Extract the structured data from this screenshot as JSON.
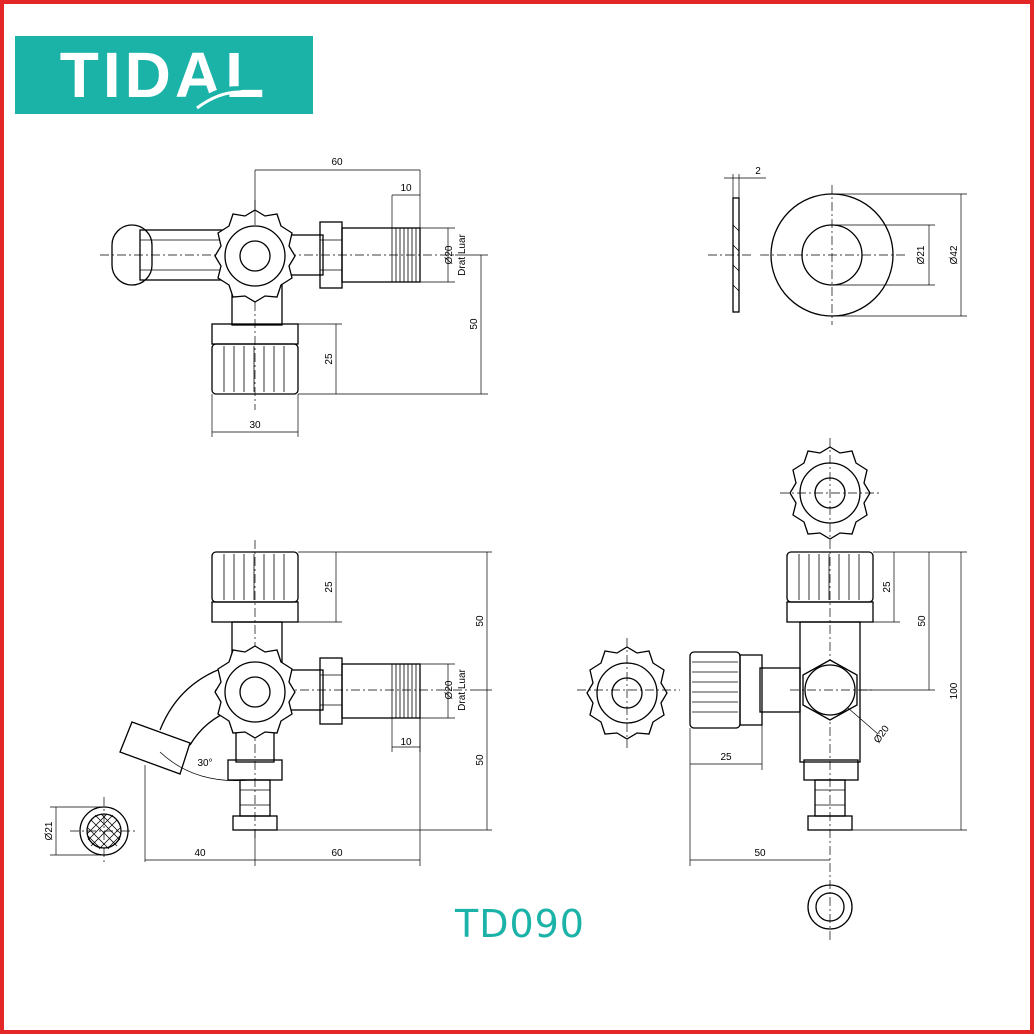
{
  "brand": {
    "logo_text": "TIDAL",
    "brand_color": "#1bb3a8",
    "frame_color": "#e32626"
  },
  "model": {
    "code": "TD090"
  },
  "dimensions": {
    "top_view": {
      "total_length": "60",
      "thread_length": "10",
      "thread_diameter": "Ø20",
      "thread_note": "Drat Luar",
      "height": "50",
      "cap_height": "25",
      "cap_width": "30"
    },
    "washer": {
      "thickness": "2",
      "inner_diameter": "Ø21",
      "outer_diameter": "Ø42"
    },
    "front_view": {
      "cap_height": "25",
      "upper_half": "50",
      "lower_half": "50",
      "thread_diameter": "Ø20",
      "thread_note": "Drat Luar",
      "thread_length": "10",
      "angle": "30°",
      "nozzle_diameter": "Ø21",
      "left_offset": "40",
      "right_offset": "60"
    },
    "side_view": {
      "cap_height": "25",
      "upper_half": "50",
      "total_height": "100",
      "hex_diameter": "Ø20",
      "side_cap_length": "25",
      "side_offset": "50"
    }
  }
}
